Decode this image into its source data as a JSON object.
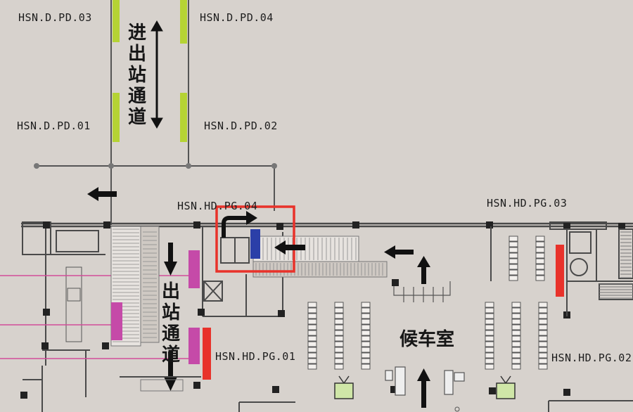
{
  "labels": {
    "pd03": "HSN.D.PD.03",
    "pd04": "HSN.D.PD.04",
    "pd01": "HSN.D.PD.01",
    "pd02": "HSN.D.PD.02",
    "pg04": "HSN.HD.PG.04",
    "pg03": "HSN.HD.PG.03",
    "pg01": "HSN.HD.PG.01",
    "pg02": "HSN.HD.PG.02"
  },
  "text": {
    "inout_passage": "进\n出\n站\n通\n道",
    "exit_passage": "出\n站\n通\n道",
    "waiting_room": "候车室"
  },
  "colors": {
    "background": "#d7d2cd",
    "wall": "#4a4a4a",
    "green_marker": "#b5d334",
    "magenta_marker": "#c54aa8",
    "red_marker": "#e8322a",
    "blue_marker": "#2b3fa8",
    "highlight": "#e8322a",
    "pink_line": "#d24d9a"
  }
}
